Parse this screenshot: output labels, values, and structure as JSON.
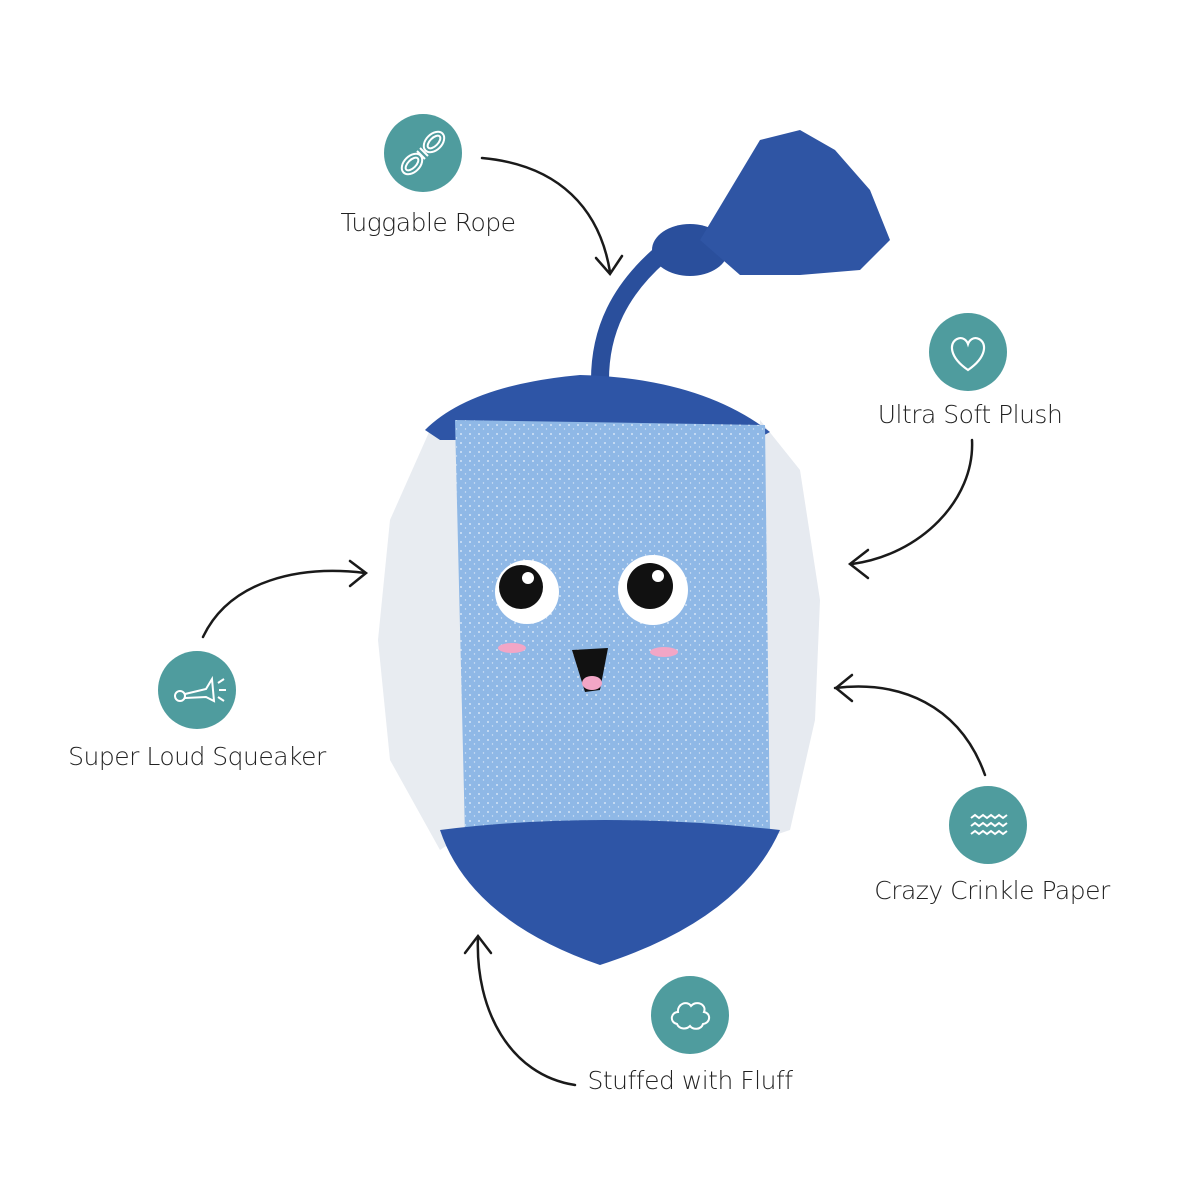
{
  "colors": {
    "accent": "#4f9c9e",
    "dark_blue": "#2a4f9c",
    "light_blue": "#8fb8e6",
    "arrow": "#1a1a1a"
  },
  "features": [
    {
      "label": "Tuggable Rope",
      "icon": "rope-icon"
    },
    {
      "label": "Ultra Soft Plush",
      "icon": "heart-icon"
    },
    {
      "label": "Super Loud Squeaker",
      "icon": "horn-icon"
    },
    {
      "label": "Crazy Crinkle Paper",
      "icon": "waves-icon"
    },
    {
      "label": "Stuffed with Fluff",
      "icon": "cloud-icon"
    }
  ]
}
